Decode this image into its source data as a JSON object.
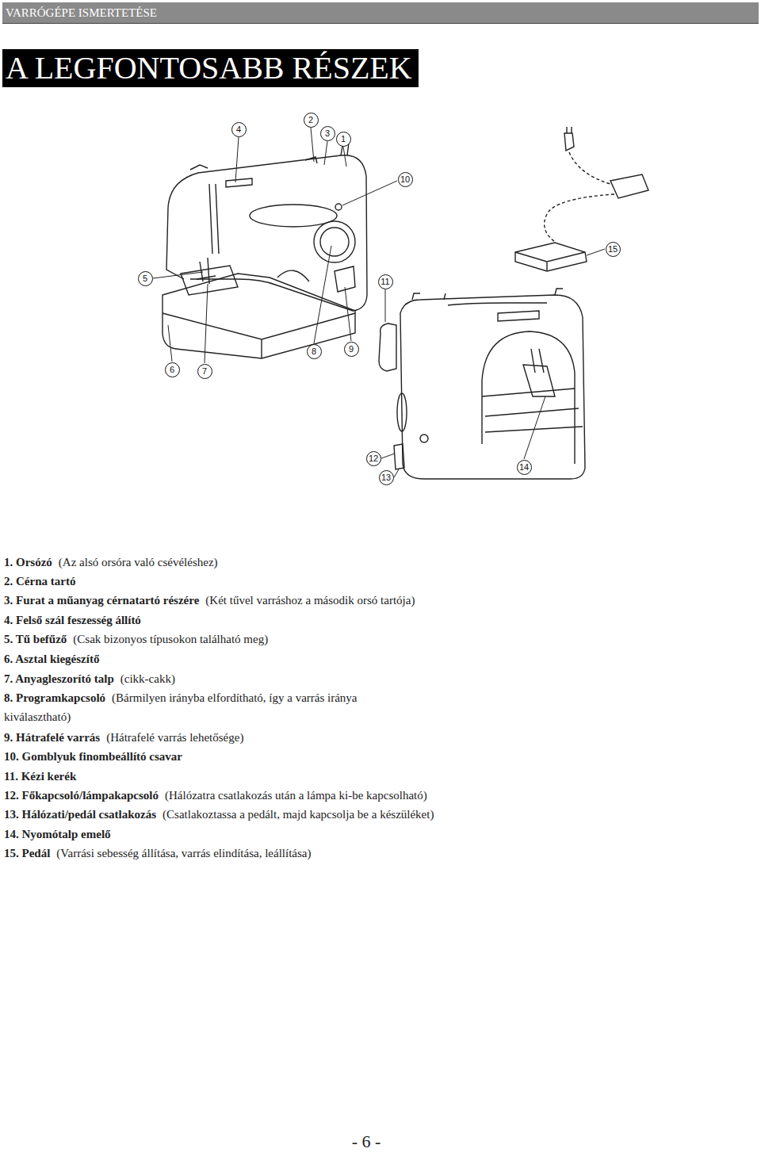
{
  "diagram": {
    "title": "A LEGFONTOSABB RÉSZEK",
    "nodes": [
      {
        "text": [
          "VARRÓGÉPE ISMERTETÉSE"
        ]
      },
      {
        "text": [
          "1"
        ]
      },
      {
        "text": [
          "2"
        ]
      },
      {
        "text": [
          "3"
        ]
      },
      {
        "text": [
          "4"
        ]
      },
      {
        "text": [
          "5"
        ]
      },
      {
        "text": [
          "6"
        ]
      },
      {
        "text": [
          "7"
        ]
      },
      {
        "text": [
          "8"
        ]
      },
      {
        "text": [
          "9"
        ]
      },
      {
        "text": [
          "10"
        ]
      },
      {
        "text": [
          "11"
        ]
      },
      {
        "text": [
          "12"
        ]
      },
      {
        "text": [
          "13"
        ]
      },
      {
        "text": [
          "14"
        ]
      },
      {
        "text": [
          "15"
        ]
      }
    ],
    "labels": [
      "1. Orsózó",
      "(Az alsó orsóra való csévéléshez)",
      "2. Cérna tartó",
      "3. Furat a műanyag cérnatartó részére",
      "(Két tűvel varráshoz a második orsó tartója)",
      "4. Felső szál feszesség állító",
      "5. Tű befűző",
      "(Csak bizonyos típusokon található meg)",
      "6. Asztal kiegészítő",
      "7. Anyagleszorító talp",
      "(cikk-cakk)",
      "8. Programkapcsoló",
      "(Bármilyen irányba elfordítható, így a varrás iránya kiválasztható)",
      "9. Hátrafelé varrás",
      "(Hátrafelé varrás lehetősége)",
      "10. Gomblyuk finombeállító csavar",
      "11. Kézi kerék",
      "12. Főkapcsoló/lámpakapcsoló",
      "(Hálózatra csatlakozás után a lámpa ki-be kapcsolható)",
      "13. Hálózati/pedál csatlakozás",
      "(Csatlakoztassa a pedált, majd kapcsolja be a készüléket)",
      "14. Nyomótalp emelő",
      "15. Pedál",
      "(Varrási sebesség állítása, varrás elindítása, leállítása)",
      "- 6 -"
    ]
  }
}
